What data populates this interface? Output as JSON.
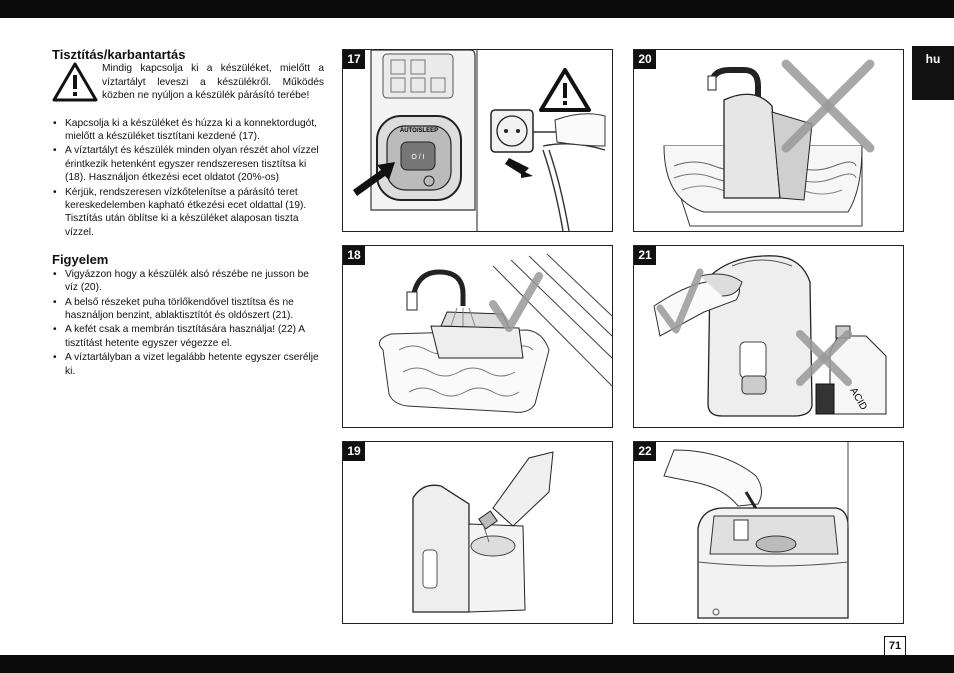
{
  "lang_tab": "hu",
  "page_number": "71",
  "section1": {
    "title": "Tisztítás/karbantartás",
    "warning": "Mindig kapcsolja ki a készüléket, mielőtt a víztartályt leveszi a készülékről. Működés közben ne nyúljon a készülék párásító terébe!",
    "bullets": [
      "Kapcsolja ki a készüléket és húzza ki a konnektordugót, mielőtt a készüléket tisztítani kezdené (17).",
      "A víztartályt és készülék minden olyan részét ahol vízzel érintkezik hetenként egyszer rendszeresen tisztítsa ki (18). Használjon étkezési ecet oldatot (20%-os)",
      "Kérjük, rendszeresen vízkőtelenítse a párásító teret kereskedelemben kapható étkezési ecet oldattal (19). Tisztítás után öblítse ki a készüléket alaposan tiszta vízzel."
    ]
  },
  "section2": {
    "title": "Figyelem",
    "bullets": [
      "Vigyázzon hogy a készülék alsó részébe ne jusson be víz (20).",
      "A belső részeket puha törlőkendővel tisztítsa és ne használjon benzint, ablaktisztítót és oldószert (21).",
      "A kefét csak a membrán tisztítására használja! (22) A tisztítást hetente egyszer végezze el.",
      "A víztartályban a vizet legalább hetente egyszer cserélje ki."
    ]
  },
  "figures": {
    "f17": "17",
    "f18": "18",
    "f19": "19",
    "f20": "20",
    "f21": "21",
    "f22": "22"
  },
  "fig17_button_label": "AUTO/SLEEP",
  "fig17_power_label": "O / I",
  "fig21_bottle_label": "ACID"
}
